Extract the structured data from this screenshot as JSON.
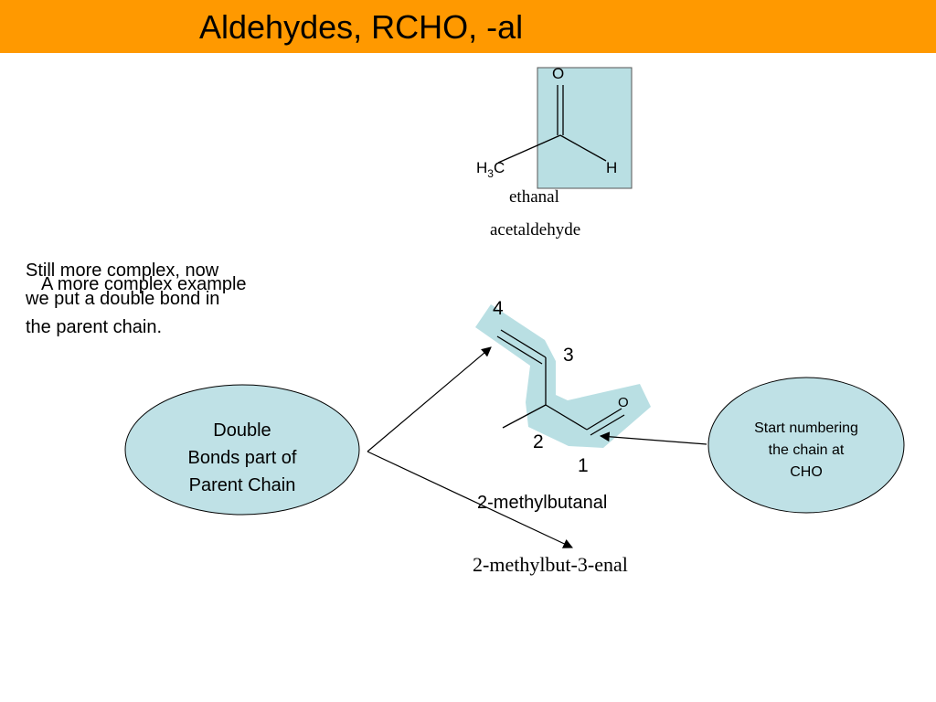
{
  "header": {
    "title": "Aldehydes, RCHO, -al"
  },
  "ethanal": {
    "atom_o": "O",
    "atom_h": "H",
    "h3c_h": "H",
    "h3c_sub": "3",
    "h3c_c": "C",
    "name_iupac": "ethanal",
    "name_common": "acetaldehyde"
  },
  "notes": {
    "still_complex_line1": "Still more complex, now",
    "still_complex_line2": "we put a double bond in",
    "still_complex_line3": "the parent chain.",
    "more_complex": "A more complex example"
  },
  "molecule2": {
    "atom_o": "O",
    "n1": "1",
    "n2": "2",
    "n3": "3",
    "n4": "4",
    "name_old": "2-methylbutanal",
    "name_new": "2-methylbut-3-enal"
  },
  "callouts": {
    "double_bonds_line1": "Double",
    "double_bonds_line2": "Bonds part of",
    "double_bonds_line3": "Parent Chain",
    "start_numbering_line1": "Start numbering",
    "start_numbering_line2": "the chain at",
    "start_numbering_line3": "CHO"
  },
  "colors": {
    "title_bar": "#ff9900",
    "highlight": "#b9dfe3",
    "ellipse_fill": "#bfe1e6"
  }
}
